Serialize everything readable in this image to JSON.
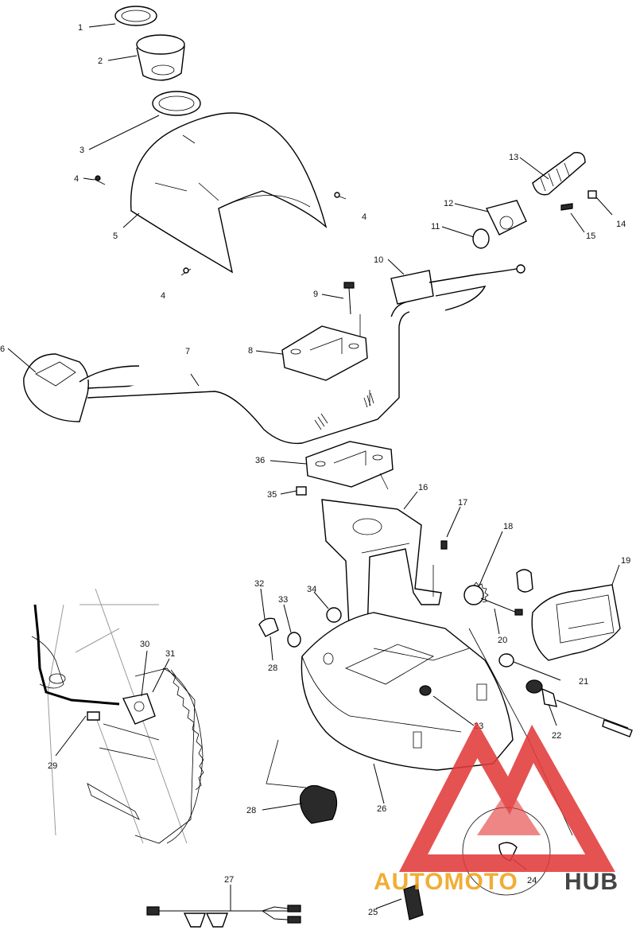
{
  "diagram": {
    "callouts": [
      "1",
      "2",
      "3",
      "4",
      "4",
      "4",
      "5",
      "6",
      "7",
      "8",
      "9",
      "10",
      "11",
      "12",
      "13",
      "14",
      "15",
      "16",
      "17",
      "18",
      "19",
      "20",
      "21",
      "22",
      "23",
      "24",
      "25",
      "26",
      "27",
      "28",
      "28",
      "29",
      "30",
      "31",
      "32",
      "33",
      "34",
      "35",
      "36"
    ]
  },
  "watermark": {
    "word_part1": "AUTOMOTO",
    "word_part2": "HUB",
    "colors": {
      "red": "#e23b3b",
      "orange": "#f0a21a",
      "dark": "#2b2b2b"
    }
  }
}
